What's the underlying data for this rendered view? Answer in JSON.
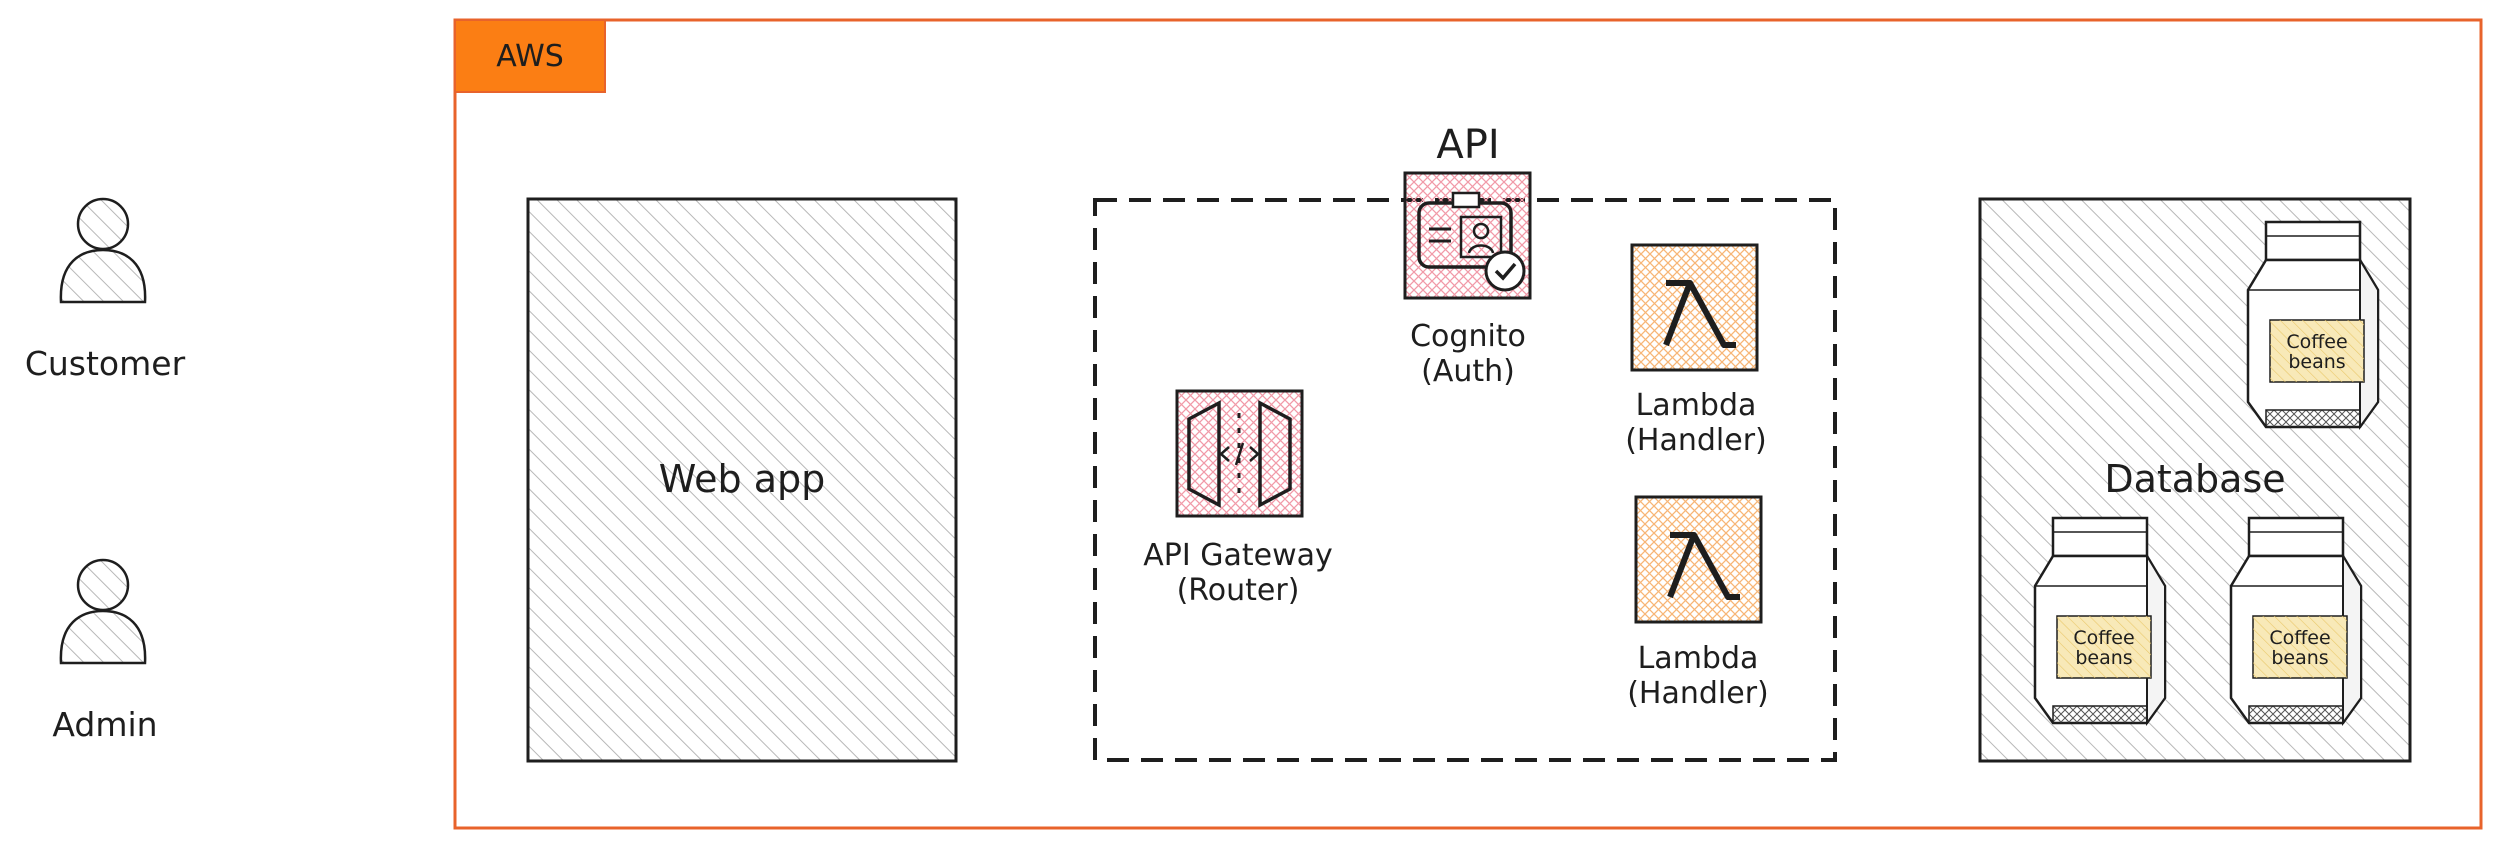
{
  "colors": {
    "aws_border": "#e8632b",
    "aws_tag_fill": "#fb7e14",
    "stroke": "#1e1e1e",
    "gray_hatch": "#b8b8b8",
    "pink_hatch": "#f19aa8",
    "orange_hatch": "#f7b576",
    "yellow_fill": "#f8e9b8"
  },
  "actors": [
    {
      "label": "Customer",
      "icon": "person-icon"
    },
    {
      "label": "Admin",
      "icon": "person-icon"
    }
  ],
  "aws": {
    "tag": "AWS"
  },
  "web_app": {
    "label": "Web app"
  },
  "api": {
    "title": "API",
    "api_gateway": {
      "line1": "API Gateway",
      "line2": "(Router)",
      "icon": "api-gateway-icon"
    },
    "cognito": {
      "line1": "Cognito",
      "line2": "(Auth)",
      "icon": "cognito-icon"
    },
    "lambdas": [
      {
        "line1": "Lambda",
        "line2": "(Handler)",
        "icon": "lambda-icon"
      },
      {
        "line1": "Lambda",
        "line2": "(Handler)",
        "icon": "lambda-icon"
      }
    ]
  },
  "database": {
    "label": "Database",
    "bags": [
      {
        "line1": "Coffee",
        "line2": "beans",
        "icon": "coffee-bag-icon"
      },
      {
        "line1": "Coffee",
        "line2": "beans",
        "icon": "coffee-bag-icon"
      },
      {
        "line1": "Coffee",
        "line2": "beans",
        "icon": "coffee-bag-icon"
      }
    ]
  }
}
